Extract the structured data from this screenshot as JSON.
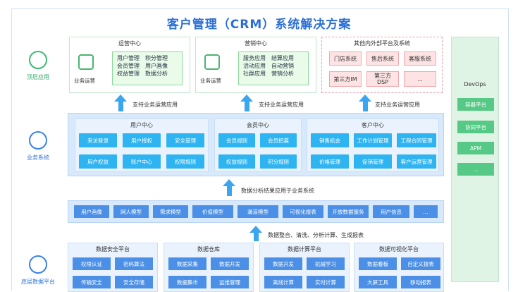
{
  "title": "客户管理（CRM）系统解决方案",
  "side": {
    "top": "顶层应用",
    "middle": "业务系统",
    "bottom": "底层数据平台"
  },
  "top_panels": [
    {
      "title": "运营中心",
      "side_label": "业务运营",
      "lines": [
        "用户管理　积分管理",
        "会员管理　用户画像",
        "权益管理　数据分析"
      ]
    },
    {
      "title": "营销中心",
      "side_label": "业务运营",
      "lines": [
        "服务应用　结算应用",
        "活动应用　自动营销",
        "社群应用　营销分析"
      ]
    },
    {
      "title": "其他内外部平台及系统",
      "cells": [
        "门店系统",
        "售后系统",
        "客服系统",
        "第三方IM",
        "第三方\nDSP",
        "..."
      ]
    }
  ],
  "arrow_labels": [
    "支持业务运营应用",
    "支持业务运营应用",
    "支持业务运营应用"
  ],
  "middle_panels": [
    {
      "title": "用户中心",
      "cells": [
        "来访登录",
        "用户授权",
        "安全管理",
        "用户权益",
        "账户中心",
        "权限规则"
      ]
    },
    {
      "title": "会员中心",
      "cells": [
        "会员规则",
        "会员招募",
        "权益规则",
        "积分规则"
      ]
    },
    {
      "title": "客户中心",
      "cells": [
        "销售机会",
        "工作计划管理",
        "工程合同管理",
        "价格管理",
        "促销管理",
        "客户运营管理"
      ]
    }
  ],
  "devops": {
    "title": "DevOps",
    "cells": [
      "容器平台",
      "协同平台",
      "APM",
      "..."
    ]
  },
  "analysis_label": "数据分析结果应用于业务系统",
  "model_row": [
    "用户画像",
    "网人模型",
    "需求模型",
    "价值模型",
    "漏道模型",
    "可视化报表",
    "开放数据服务",
    "用户信息",
    "..."
  ],
  "process_label": "数据整合、清洗、分析计算、生成报表",
  "bottom_panels": [
    {
      "title": "数据安全平台",
      "cells": [
        "权限认证",
        "密码算法",
        "传输安全",
        "安全存储"
      ]
    },
    {
      "title": "数据仓库",
      "cells": [
        "数据采集",
        "数据开发",
        "数据集市",
        "运维管理"
      ]
    },
    {
      "title": "数据计算平台",
      "cells": [
        "数据开发",
        "机械学习",
        "离线计算",
        "实时计算"
      ]
    },
    {
      "title": "数据可视化平台",
      "cells": [
        "数据看板",
        "自定义报表",
        "大屏工具",
        "移动报表"
      ]
    }
  ]
}
